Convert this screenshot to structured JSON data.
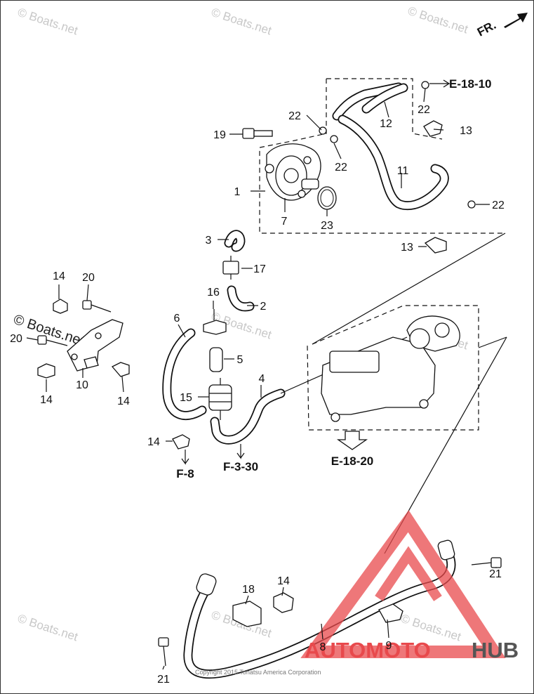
{
  "watermark": {
    "text": "© Boats.net",
    "logo_text_a": "AUTOMOTO",
    "logo_text_b": "HUB",
    "colors": {
      "logo_red": "#e8494c",
      "logo_gray": "#555555"
    }
  },
  "orientation": {
    "label": "FR."
  },
  "copyright": "Copyright 2015 Tohatsu America Corporation",
  "references": {
    "e_18_10": "E-18-10",
    "e_18_20": "E-18-20",
    "f_8": "F-8",
    "f_3_30": "F-3-30"
  },
  "callouts": {
    "c1": "1",
    "c2": "2",
    "c3": "3",
    "c4": "4",
    "c5": "5",
    "c6": "6",
    "c7": "7",
    "c8": "8",
    "c9": "9",
    "c10": "10",
    "c11": "11",
    "c12": "12",
    "c13a": "13",
    "c13b": "13",
    "c14a": "14",
    "c14b": "14",
    "c14c": "14",
    "c14d": "14",
    "c14e": "14",
    "c15": "15",
    "c16": "16",
    "c17": "17",
    "c18": "18",
    "c19": "19",
    "c20a": "20",
    "c20b": "20",
    "c21a": "21",
    "c21b": "21",
    "c22a": "22",
    "c22b": "22",
    "c22c": "22",
    "c22d": "22",
    "c23": "23"
  }
}
